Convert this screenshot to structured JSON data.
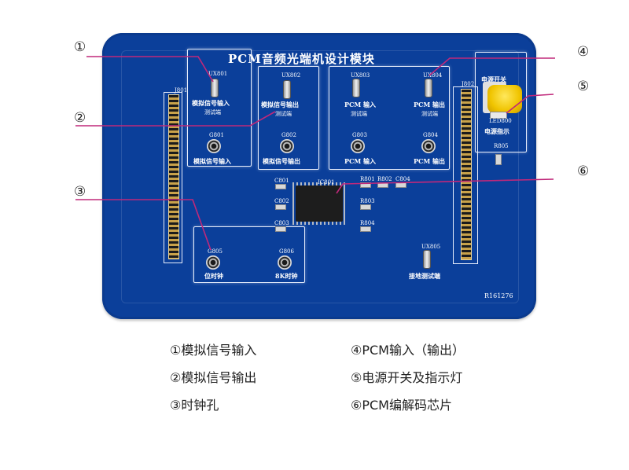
{
  "board": {
    "title": "PCM音频光端机设计模块",
    "serial": "R161276",
    "header_left_label": "J801",
    "header_right_label": "J802",
    "panels": {
      "analog_in": {
        "jumper_label": "UX801",
        "text_line1": "模拟信号输入",
        "text_line2": "测试端",
        "jack_label": "G801",
        "footer": "模拟信号输入"
      },
      "analog_out": {
        "jumper_label": "UX802",
        "text_line1": "模拟信号输出",
        "text_line2": "测试端",
        "jack_label": "G802",
        "footer": "模拟信号输出"
      },
      "pcm": {
        "in_jumper_label": "UX803",
        "out_jumper_label": "UX804",
        "in_text_line1": "PCM 输入",
        "in_text_line2": "测试端",
        "out_text_line1": "PCM 输出",
        "out_text_line2": "测试端",
        "in_jack_label": "G803",
        "out_jack_label": "G804",
        "in_footer": "PCM 输入",
        "out_footer": "PCM 输出"
      },
      "power": {
        "switch_label": "电源开关",
        "led_label": "LED800",
        "indicator_label": "电源指示",
        "part_label": "R805"
      },
      "clock": {
        "jack1_label": "G805",
        "jack2_label": "G806",
        "jack1_footer": "位时钟",
        "jack2_footer": "8K时钟"
      },
      "ground": {
        "jumper_label": "UX805",
        "text": "接地测试端"
      }
    },
    "chip": {
      "label": "IC801"
    },
    "smd_labels": [
      "C801",
      "C802",
      "C803",
      "R801",
      "R802",
      "C804",
      "R803",
      "R804"
    ]
  },
  "callouts": [
    "①",
    "②",
    "③",
    "④",
    "⑤",
    "⑥"
  ],
  "legend": {
    "left": [
      "①模拟信号输入",
      "②模拟信号输出",
      "③时钟孔"
    ],
    "right": [
      "④PCM输入（输出）",
      "⑤电源开关及指示灯",
      "⑥PCM编解码芯片"
    ]
  },
  "colors": {
    "board": "#0b3f9a",
    "leader": "#c0287a",
    "button": "#f0c400"
  }
}
